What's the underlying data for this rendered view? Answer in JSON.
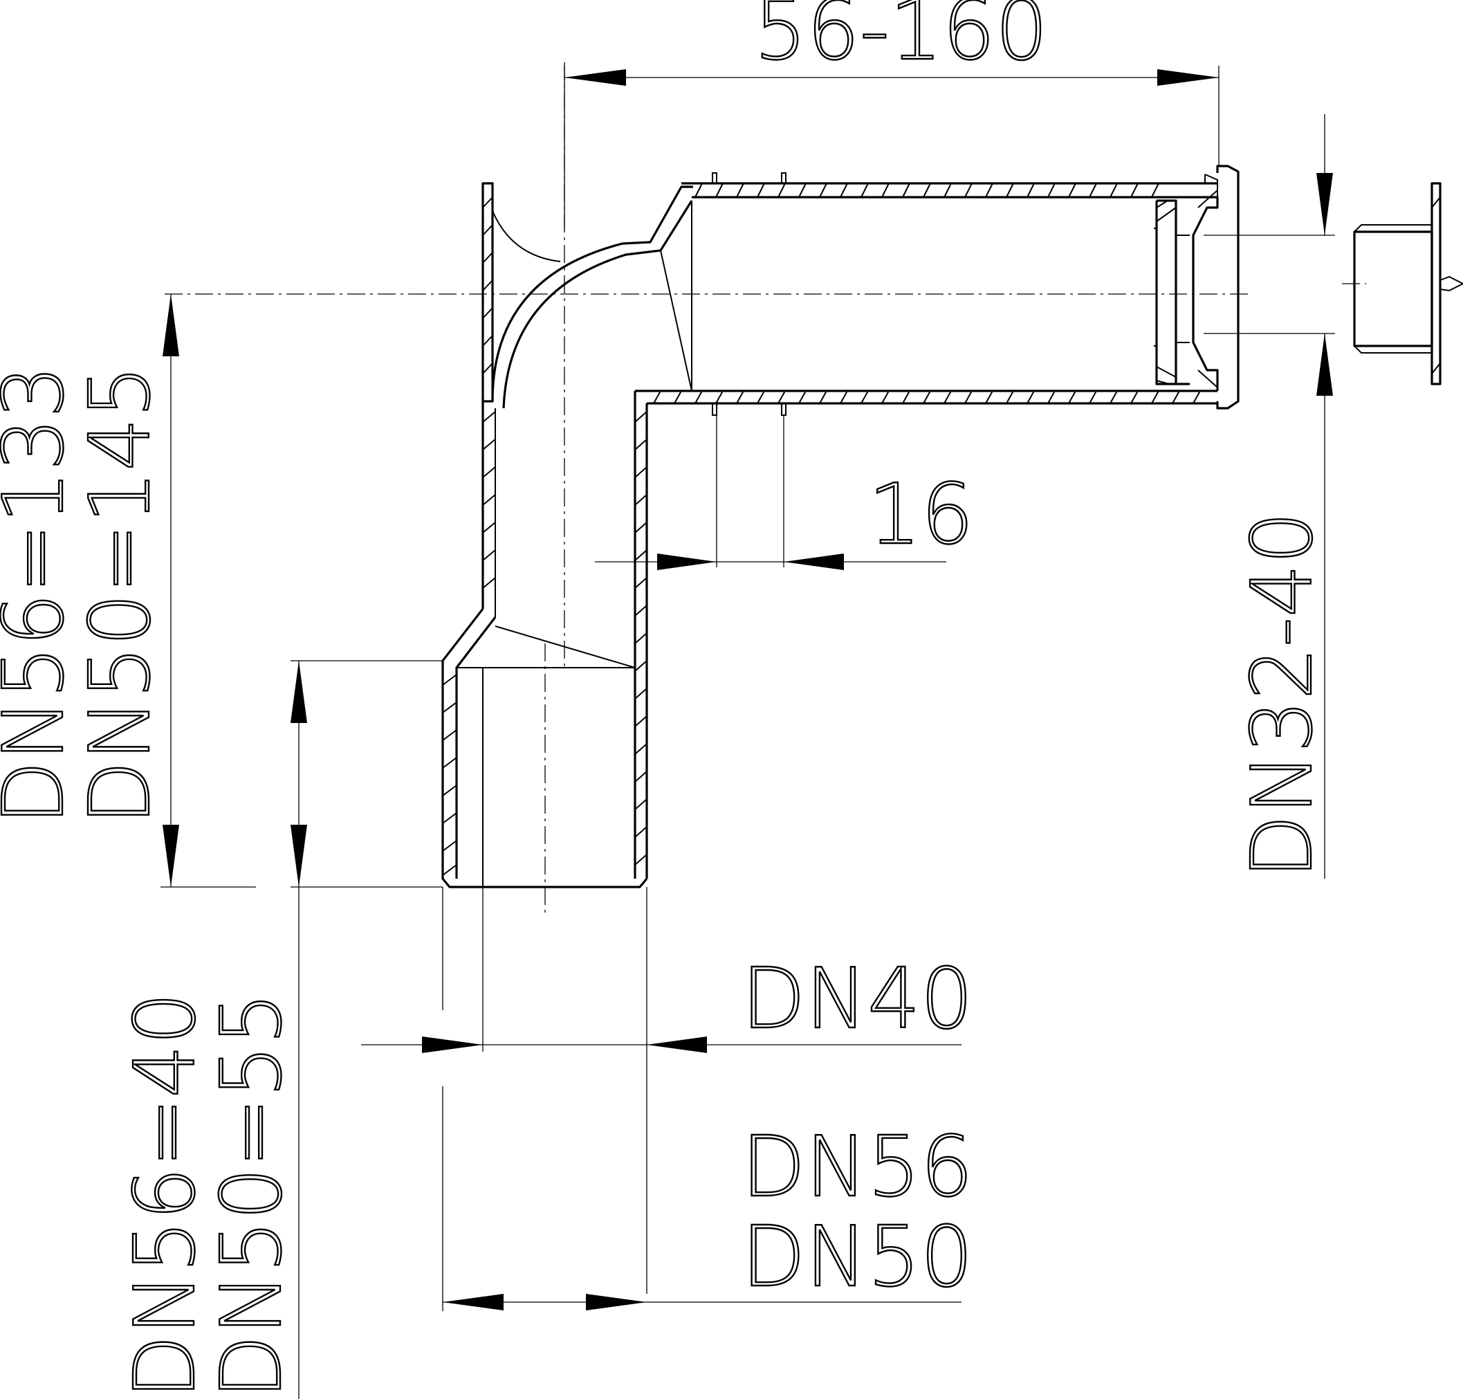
{
  "drawing": {
    "dims": {
      "horizontal_length": "56-160",
      "vertical_height": "DN56=133",
      "vertical_height_alt": "DN50=145",
      "spigot_length": "DN56=40",
      "spigot_length_alt": "DN50=55",
      "fitting_spacing": "16",
      "inlet_range": "DN32-40",
      "inlet_size": "DN40",
      "outlet_size": "DN56",
      "outlet_size_alt": "DN50"
    }
  }
}
